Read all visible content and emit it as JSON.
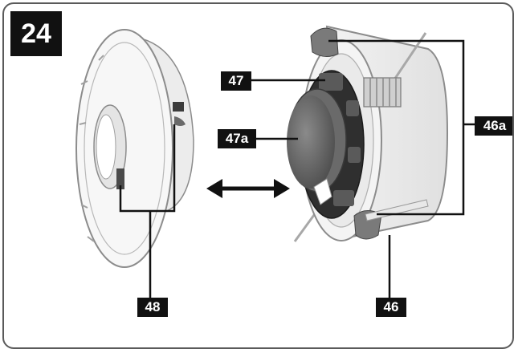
{
  "figure_number": "24",
  "callouts": {
    "c47": "47",
    "c47a": "47a",
    "c46a": "46a",
    "c48": "48",
    "c46": "46"
  }
}
